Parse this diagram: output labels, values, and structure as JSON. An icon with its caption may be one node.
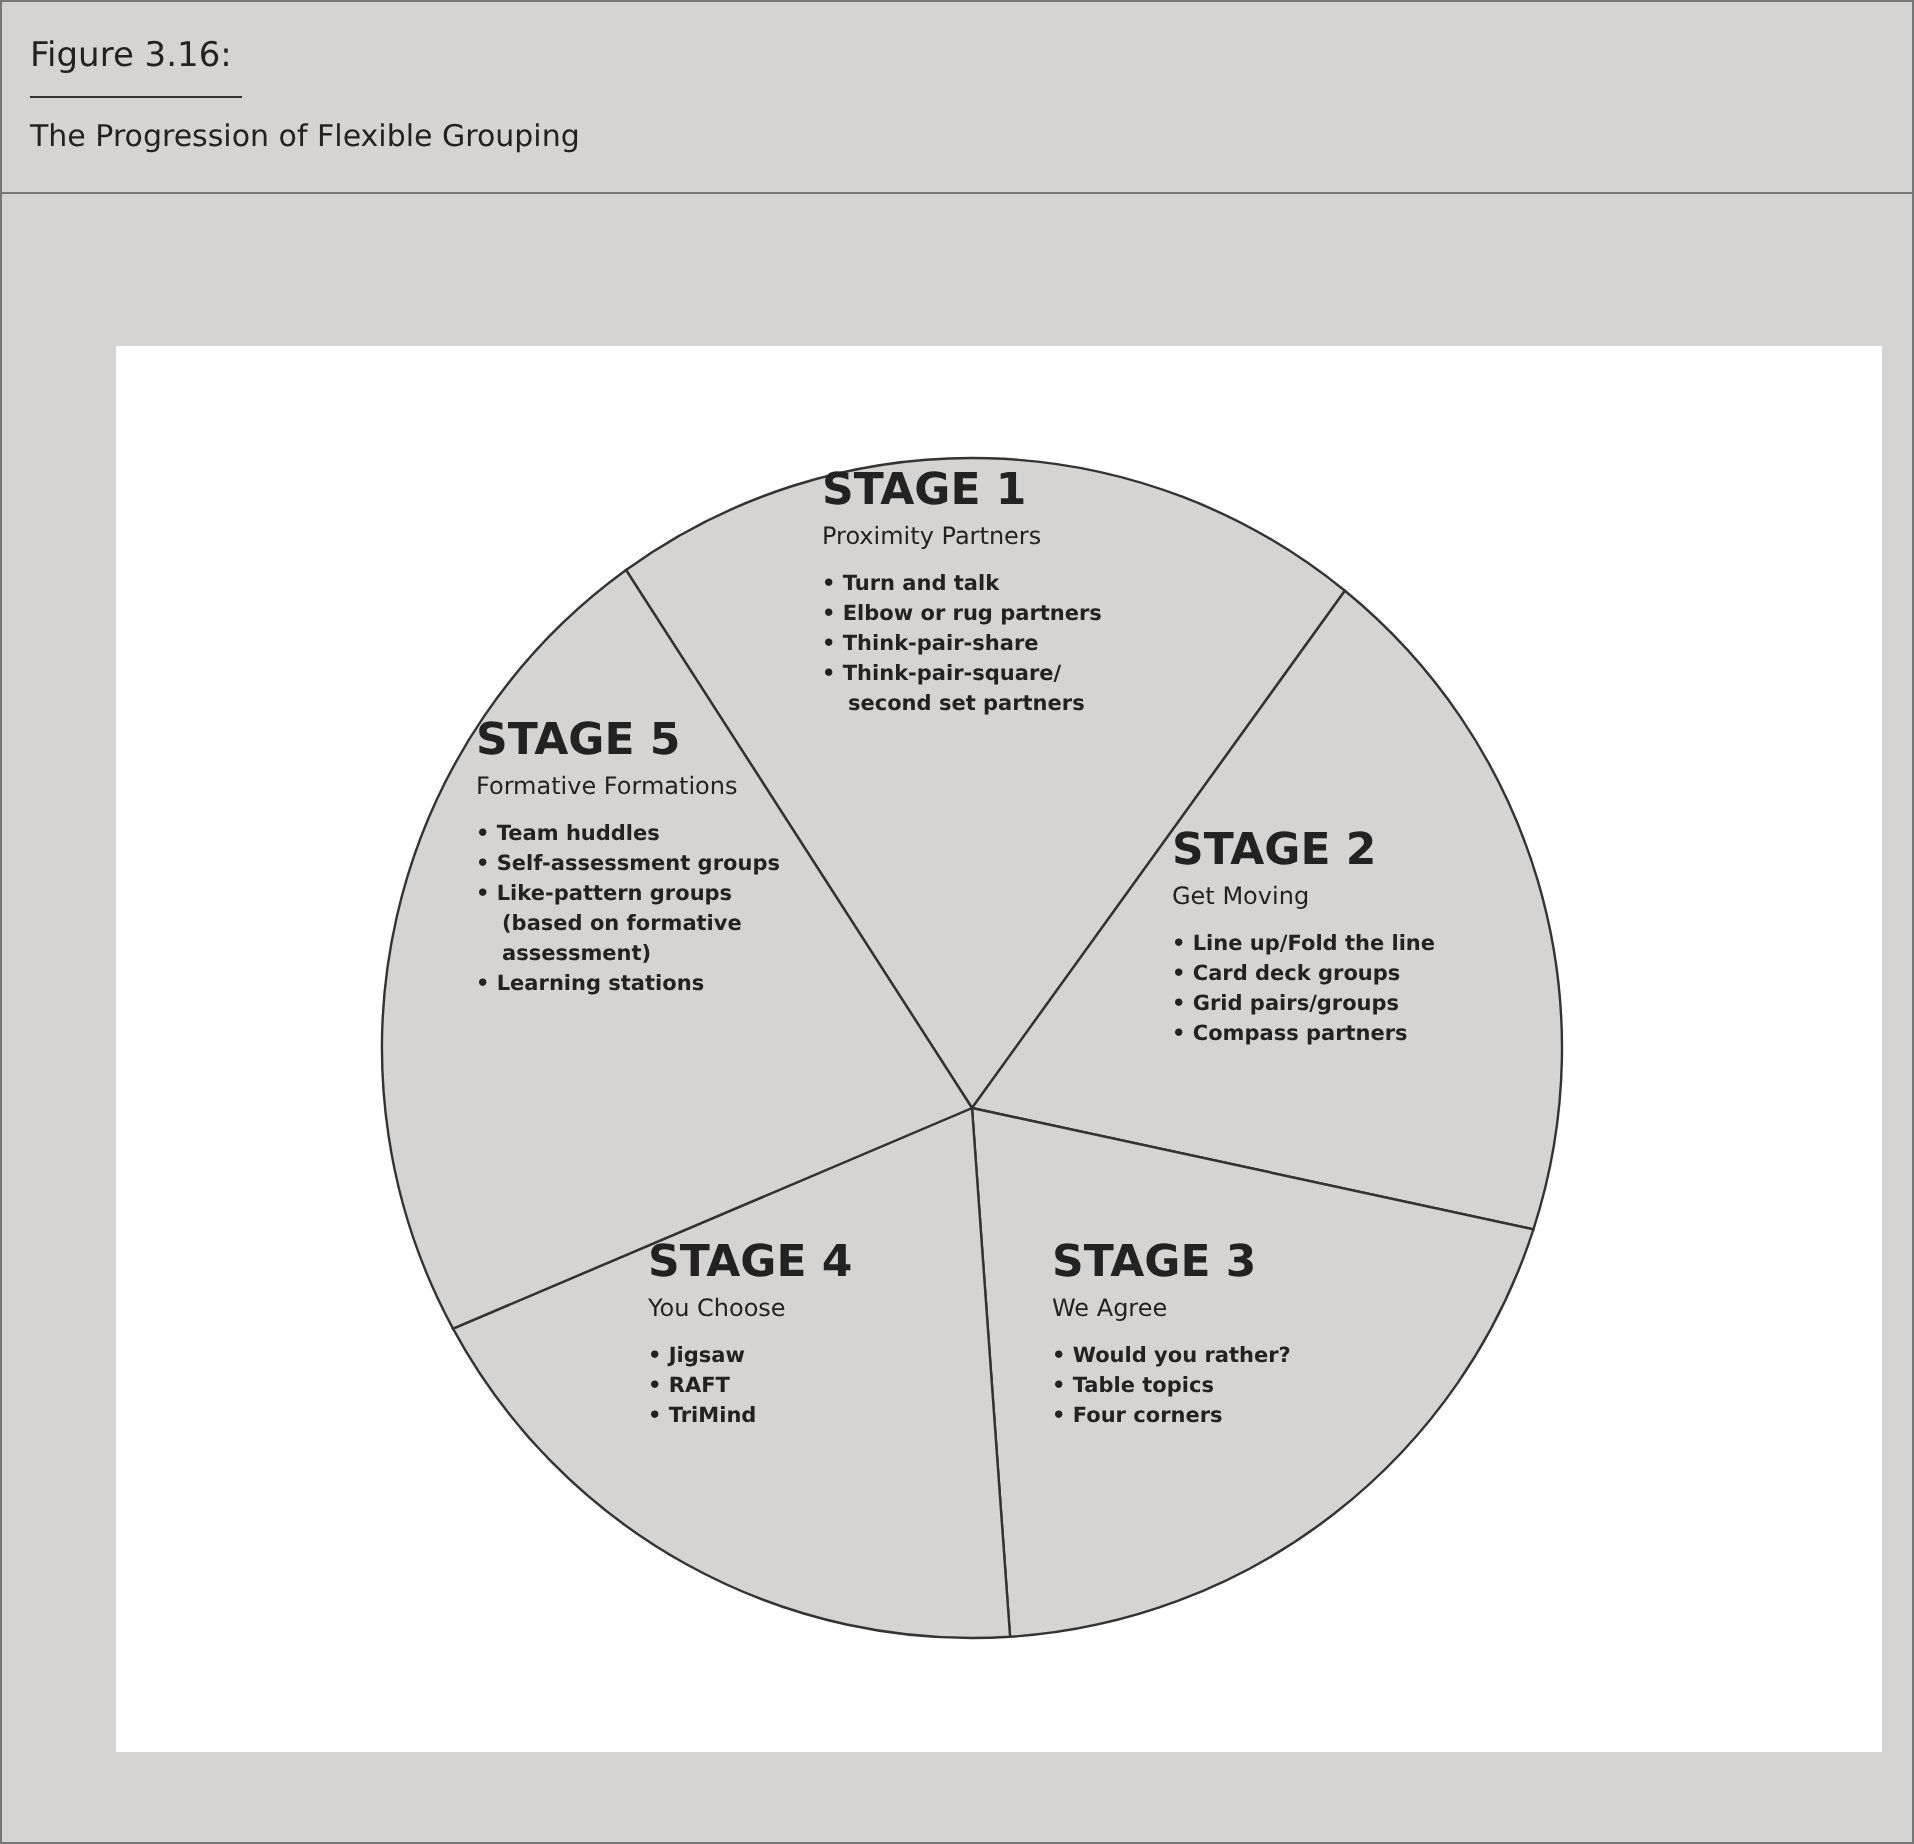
{
  "diagram": {
    "title": "Figure 3.16:",
    "caption": "The Progression of Flexible Grouping",
    "nodes": [
      {
        "text": [
          "STAGE 1",
          "Proximity Partners",
          "• Turn and talk",
          "• Elbow or rug partners",
          "• Think-pair-share",
          "• Think-pair-square/ second set partners"
        ]
      },
      {
        "text": [
          "STAGE 2",
          "Get Moving",
          "• Line up/Fold the line",
          "• Card deck groups",
          "• Grid pairs/groups",
          "• Compass partners"
        ]
      },
      {
        "text": [
          "STAGE 3",
          "We Agree",
          "• Would you rather?",
          "• Table topics",
          "• Four corners"
        ]
      },
      {
        "text": [
          "STAGE 4",
          "You Choose",
          "• Jigsaw",
          "• RAFT",
          "• TriMind"
        ]
      },
      {
        "text": [
          "STAGE 5",
          "Formative Formations",
          "• Team huddles",
          "• Self-assessment groups",
          "• Like-pattern groups (based on formative assessment)",
          "• Learning stations"
        ]
      }
    ]
  }
}
